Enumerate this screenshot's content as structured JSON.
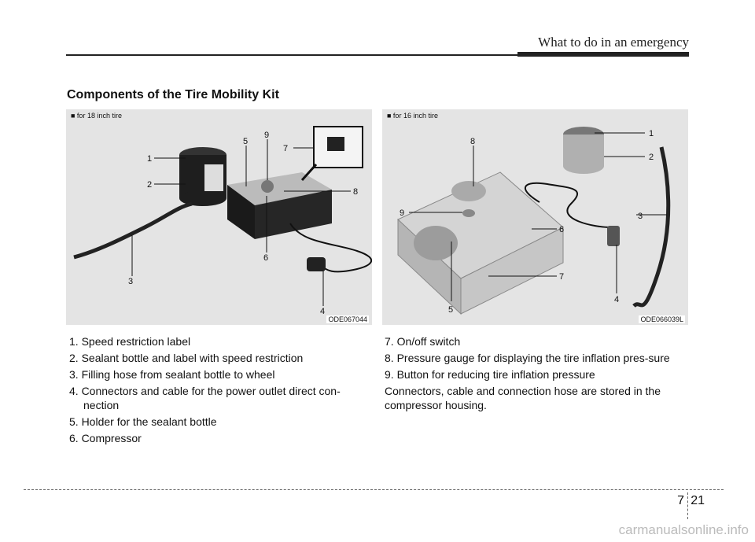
{
  "header": {
    "section": "What to do in an emergency"
  },
  "section_title": "Components of the Tire Mobility Kit",
  "figures": [
    {
      "caption": "■ for 18 inch tire",
      "code": "ODE067044",
      "callouts": [
        "1",
        "2",
        "3",
        "4",
        "5",
        "6",
        "7",
        "8",
        "9"
      ]
    },
    {
      "caption": "■ for 16 inch tire",
      "code": "ODE066039L",
      "callouts": [
        "1",
        "2",
        "3",
        "4",
        "5",
        "6",
        "7",
        "8",
        "9"
      ]
    }
  ],
  "list_left": [
    "1. Speed restriction label",
    "2. Sealant bottle and label with speed restriction",
    "3. Filling hose from sealant bottle to wheel",
    "4. Connectors and cable for the power outlet direct con-nection",
    "5. Holder for the sealant bottle",
    "6. Compressor"
  ],
  "list_right": [
    "7. On/off switch",
    "8. Pressure gauge for displaying the tire inflation pres-sure",
    "9. Button for reducing tire inflation pressure"
  ],
  "note": "Connectors, cable and connection hose are stored in the compressor housing.",
  "page": {
    "chapter": "7",
    "number": "21"
  },
  "watermark": "carmanualsonline.info"
}
